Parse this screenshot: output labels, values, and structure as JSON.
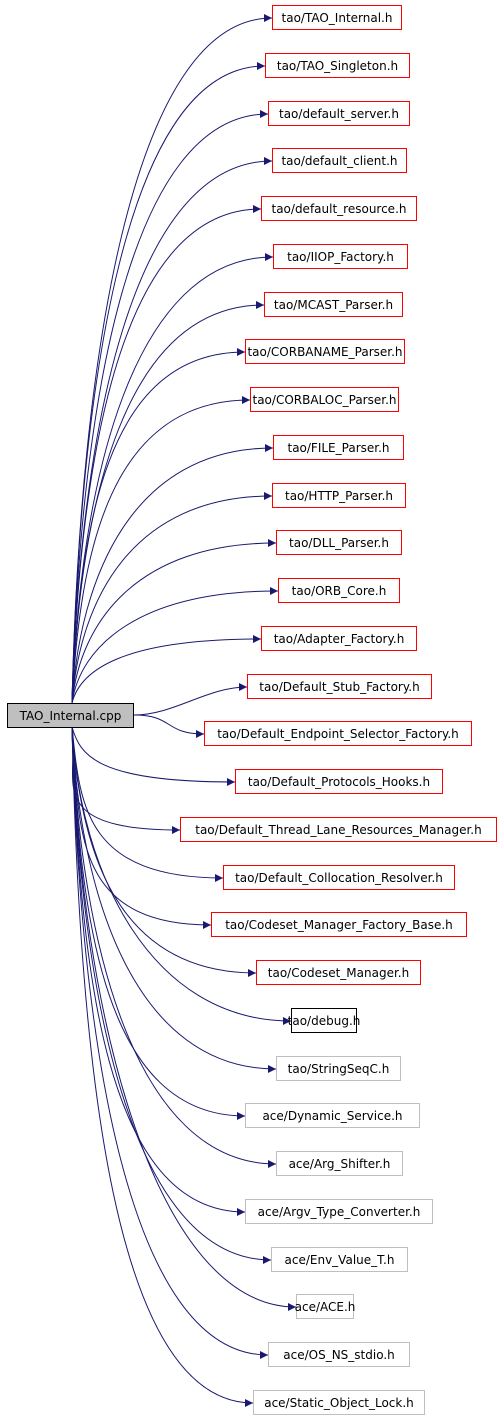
{
  "colors": {
    "edge": "#191970",
    "documented_border": "#ff0000",
    "undocumented_border": "#bfbfbf",
    "root_fill": "#bfbfbf"
  },
  "root": {
    "label": "TAO_Internal.cpp"
  },
  "includes": [
    {
      "label": "tao/TAO_Internal.h",
      "status": "red"
    },
    {
      "label": "tao/TAO_Singleton.h",
      "status": "red"
    },
    {
      "label": "tao/default_server.h",
      "status": "red"
    },
    {
      "label": "tao/default_client.h",
      "status": "red"
    },
    {
      "label": "tao/default_resource.h",
      "status": "red"
    },
    {
      "label": "tao/IIOP_Factory.h",
      "status": "red"
    },
    {
      "label": "tao/MCAST_Parser.h",
      "status": "red"
    },
    {
      "label": "tao/CORBANAME_Parser.h",
      "status": "red"
    },
    {
      "label": "tao/CORBALOC_Parser.h",
      "status": "red"
    },
    {
      "label": "tao/FILE_Parser.h",
      "status": "red"
    },
    {
      "label": "tao/HTTP_Parser.h",
      "status": "red"
    },
    {
      "label": "tao/DLL_Parser.h",
      "status": "red"
    },
    {
      "label": "tao/ORB_Core.h",
      "status": "red"
    },
    {
      "label": "tao/Adapter_Factory.h",
      "status": "red"
    },
    {
      "label": "tao/Default_Stub_Factory.h",
      "status": "red"
    },
    {
      "label": "tao/Default_Endpoint_Selector_Factory.h",
      "status": "red"
    },
    {
      "label": "tao/Default_Protocols_Hooks.h",
      "status": "red"
    },
    {
      "label": "tao/Default_Thread_Lane_Resources_Manager.h",
      "status": "red"
    },
    {
      "label": "tao/Default_Collocation_Resolver.h",
      "status": "red"
    },
    {
      "label": "tao/Codeset_Manager_Factory_Base.h",
      "status": "red"
    },
    {
      "label": "tao/Codeset_Manager.h",
      "status": "red"
    },
    {
      "label": "tao/debug.h",
      "status": "black"
    },
    {
      "label": "tao/StringSeqC.h",
      "status": "grey"
    },
    {
      "label": "ace/Dynamic_Service.h",
      "status": "grey"
    },
    {
      "label": "ace/Arg_Shifter.h",
      "status": "grey"
    },
    {
      "label": "ace/Argv_Type_Converter.h",
      "status": "grey"
    },
    {
      "label": "ace/Env_Value_T.h",
      "status": "grey"
    },
    {
      "label": "ace/ACE.h",
      "status": "grey"
    },
    {
      "label": "ace/OS_NS_stdio.h",
      "status": "grey"
    },
    {
      "label": "ace/Static_Object_Lock.h",
      "status": "grey"
    }
  ]
}
